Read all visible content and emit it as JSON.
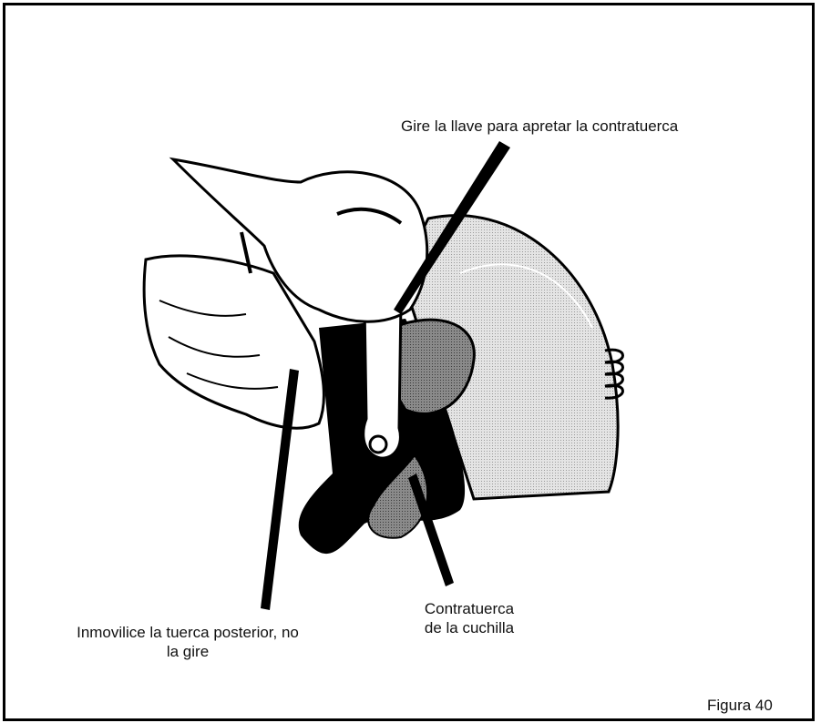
{
  "figure": {
    "caption": "Figura 40",
    "labels": {
      "wrench": "Gire la llave para apretar la contratuerca",
      "rear_nut_line1": "Inmovilice la tuerca posterior, no",
      "rear_nut_line2": "la gire",
      "blade_nut_line1": "Contratuerca",
      "blade_nut_line2": "de la cuchilla"
    }
  }
}
